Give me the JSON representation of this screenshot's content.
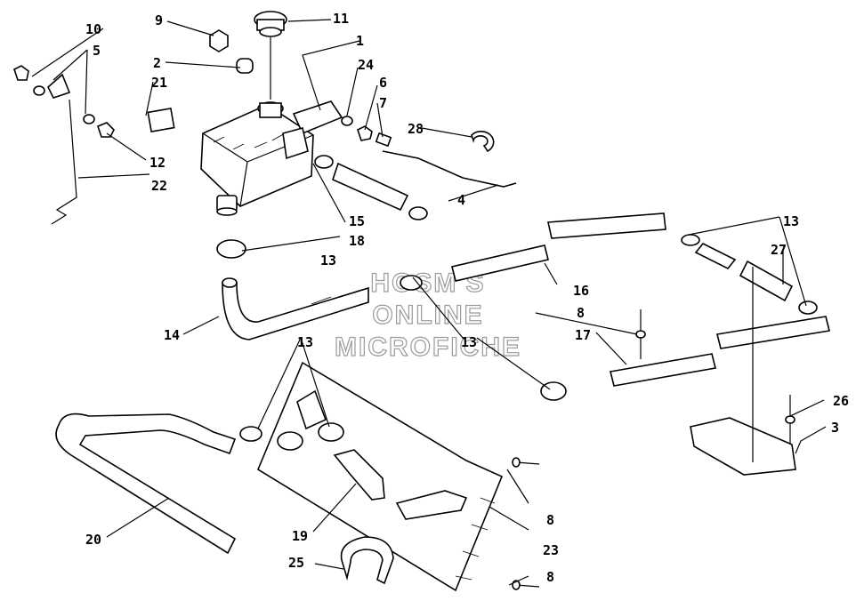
{
  "callouts": [
    "1",
    "2",
    "3",
    "4",
    "5",
    "6",
    "7",
    "8",
    "9",
    "10",
    "11",
    "12",
    "13",
    "14",
    "15",
    "16",
    "17",
    "18",
    "19",
    "20",
    "21",
    "22",
    "23",
    "24",
    "25",
    "26",
    "27",
    "28"
  ],
  "watermark": [
    "HOSM'S",
    "ONLINE",
    "MICROFICHE"
  ]
}
